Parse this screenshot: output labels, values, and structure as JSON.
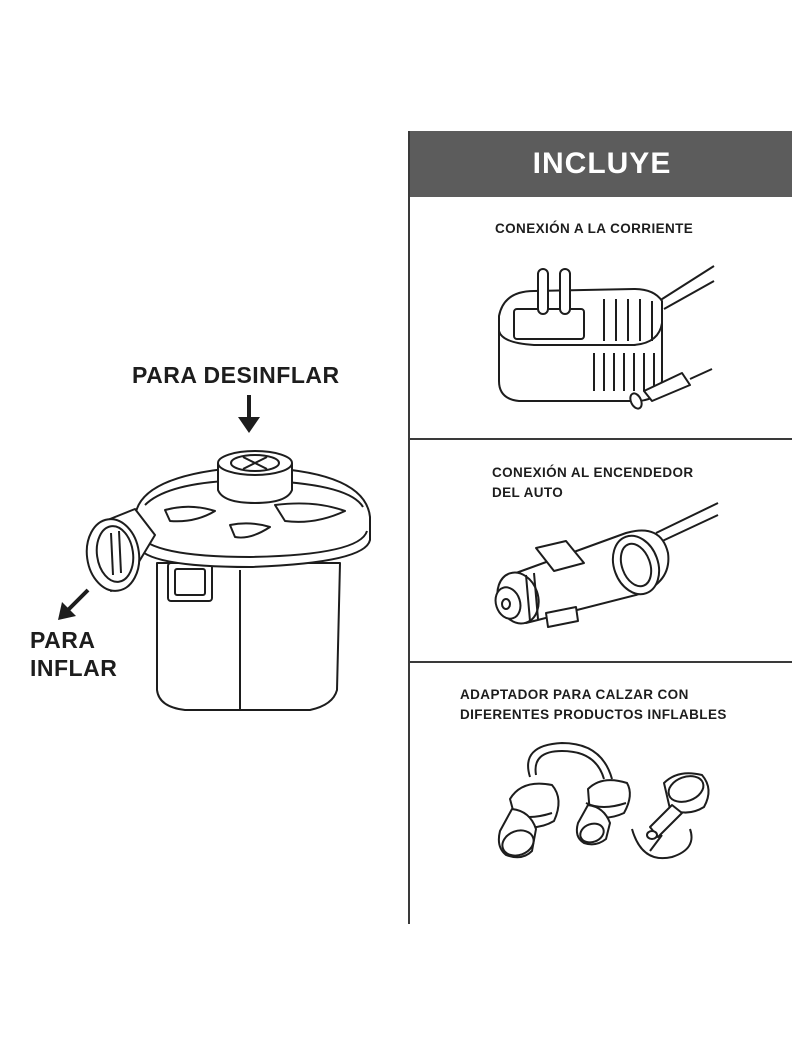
{
  "pump": {
    "deflate_label": "PARA DESINFLAR",
    "inflate_label_lines": [
      "PARA",
      "INFLAR"
    ]
  },
  "includes_panel": {
    "title": "INCLUYE",
    "items": [
      {
        "title_lines": [
          "CONEXIÓN A LA CORRIENTE"
        ],
        "icon": "wall-adapter-icon"
      },
      {
        "title_lines": [
          "CONEXIÓN AL ENCENDEDOR",
          "DEL AUTO"
        ],
        "icon": "car-lighter-plug-icon"
      },
      {
        "title_lines": [
          "ADAPTADOR PARA CALZAR CON",
          "DIFERENTES PRODUCTOS INFLABLES"
        ],
        "icon": "nozzle-adapters-icon"
      }
    ]
  },
  "colors": {
    "header_bg": "#5c5c5c",
    "line": "#3a3a3a",
    "text": "#1d1d1d"
  }
}
